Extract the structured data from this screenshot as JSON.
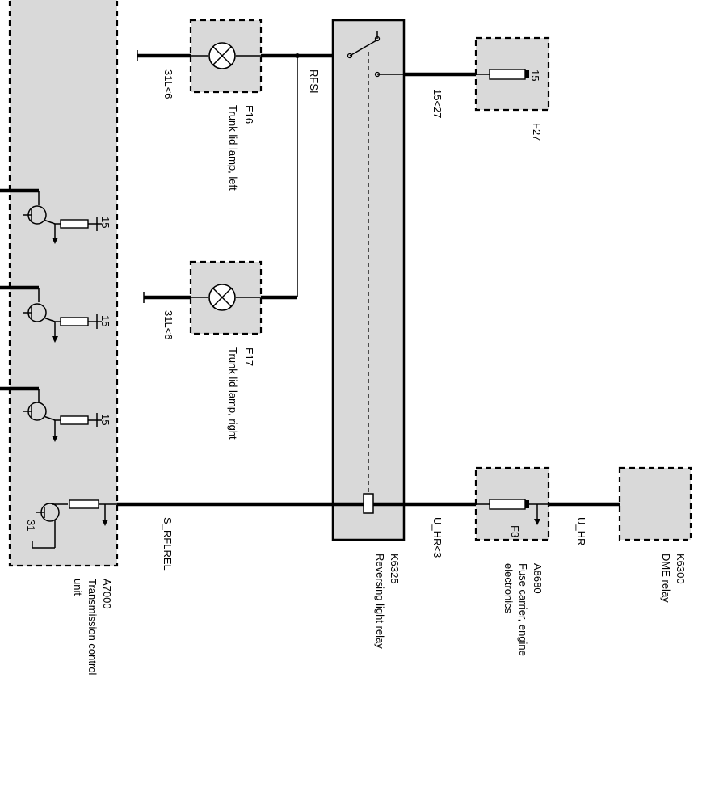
{
  "components": {
    "tcu": {
      "code": "A7000",
      "name_line1": "Transmission control",
      "name_line2": "unit"
    },
    "e16": {
      "code": "E16",
      "name": "Trunk lid lamp, left"
    },
    "e17": {
      "code": "E17",
      "name": "Trunk lid lamp, right"
    },
    "k6325": {
      "code": "K6325",
      "name": "Reversing light relay"
    },
    "f27": {
      "code": "F27",
      "pin": "15"
    },
    "a8680": {
      "code": "A8680",
      "fuse": "F3",
      "name_line1": "Fuse carrier, engine",
      "name_line2": "electronics"
    },
    "k6300": {
      "code": "K6300",
      "name": "DME relay"
    }
  },
  "wire_labels": {
    "gnd_e16": "31L<6",
    "gnd_e17": "31L<6",
    "rfsi": "RFSI",
    "feed_15": "15<27",
    "s_rflrel": "S_RFLREL",
    "u_hr_relay": "U_HR<3",
    "u_hr": "U_HR"
  },
  "tcu_pins": {
    "pin_15": "15",
    "pin_31": "31"
  },
  "colors": {
    "box_fill": "#d9d9d9",
    "line": "#000000",
    "background": "#ffffff"
  }
}
